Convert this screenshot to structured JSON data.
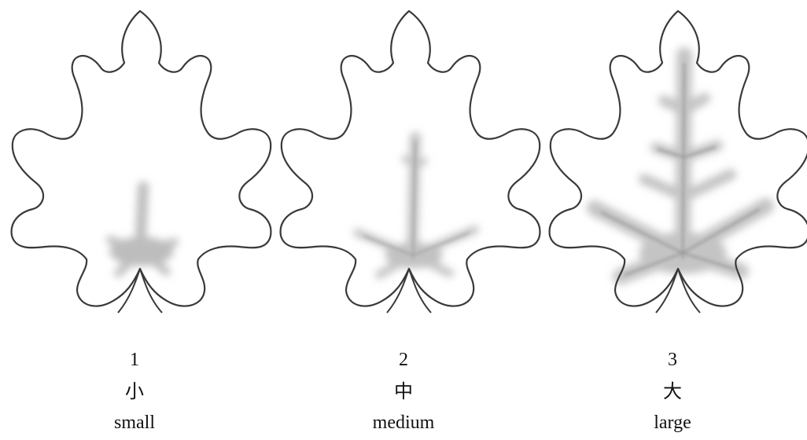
{
  "panels": [
    {
      "number": "1",
      "label_zh": "小",
      "label_en": "small"
    },
    {
      "number": "2",
      "label_zh": "中",
      "label_en": "medium"
    },
    {
      "number": "3",
      "label_zh": "大",
      "label_en": "large"
    }
  ]
}
